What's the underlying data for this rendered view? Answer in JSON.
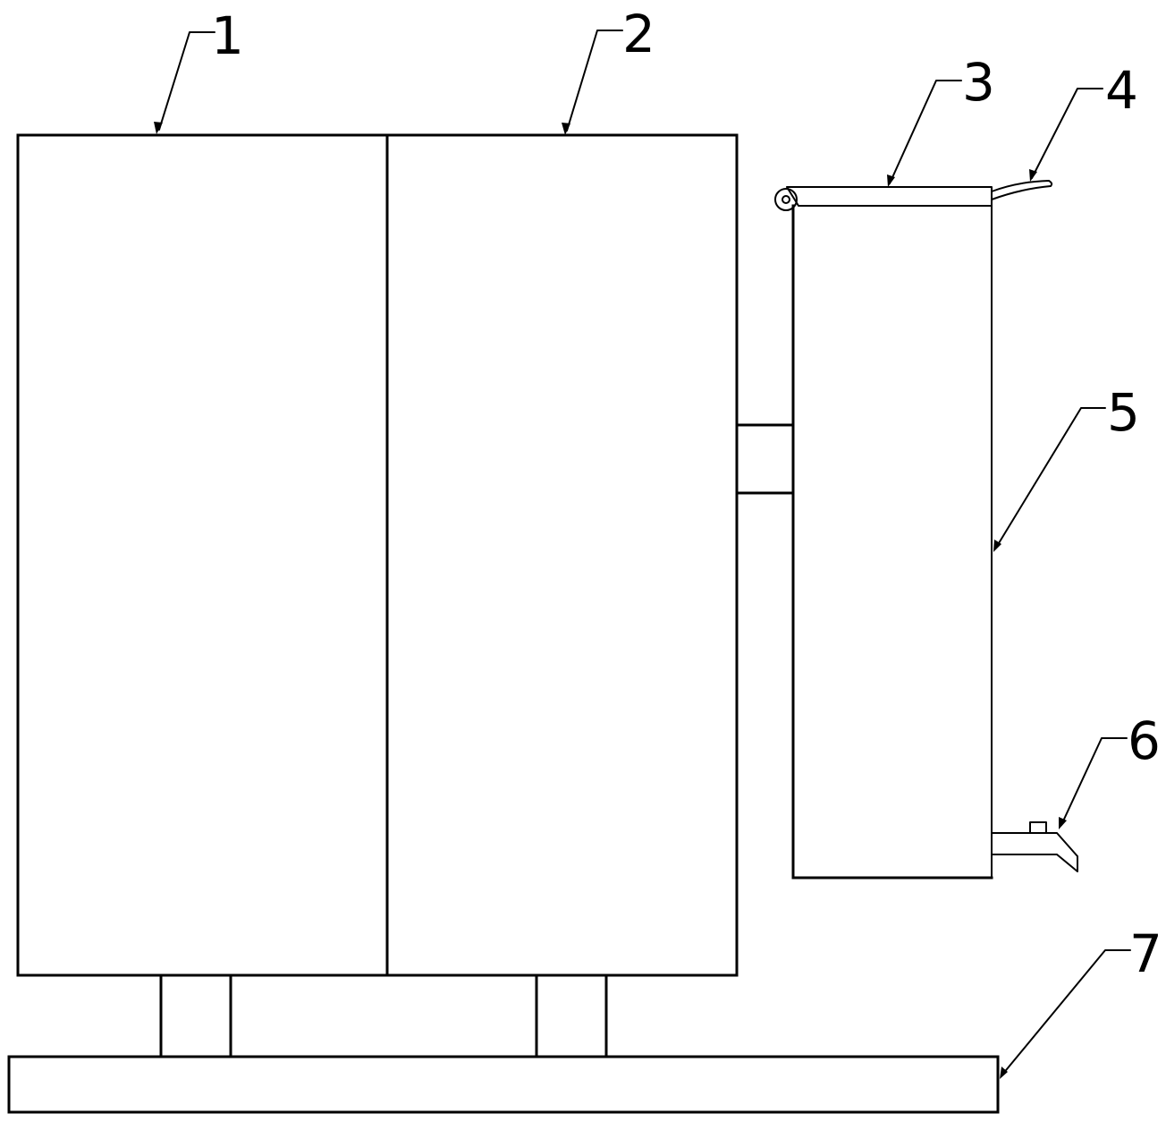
{
  "diagram": {
    "labels": [
      {
        "id": "callout-1",
        "text": "1"
      },
      {
        "id": "callout-2",
        "text": "2"
      },
      {
        "id": "callout-3",
        "text": "3"
      },
      {
        "id": "callout-4",
        "text": "4"
      },
      {
        "id": "callout-5",
        "text": "5"
      },
      {
        "id": "callout-6",
        "text": "6"
      },
      {
        "id": "callout-7",
        "text": "7"
      }
    ],
    "colors": {
      "line": "#000000",
      "background": "#ffffff"
    }
  }
}
